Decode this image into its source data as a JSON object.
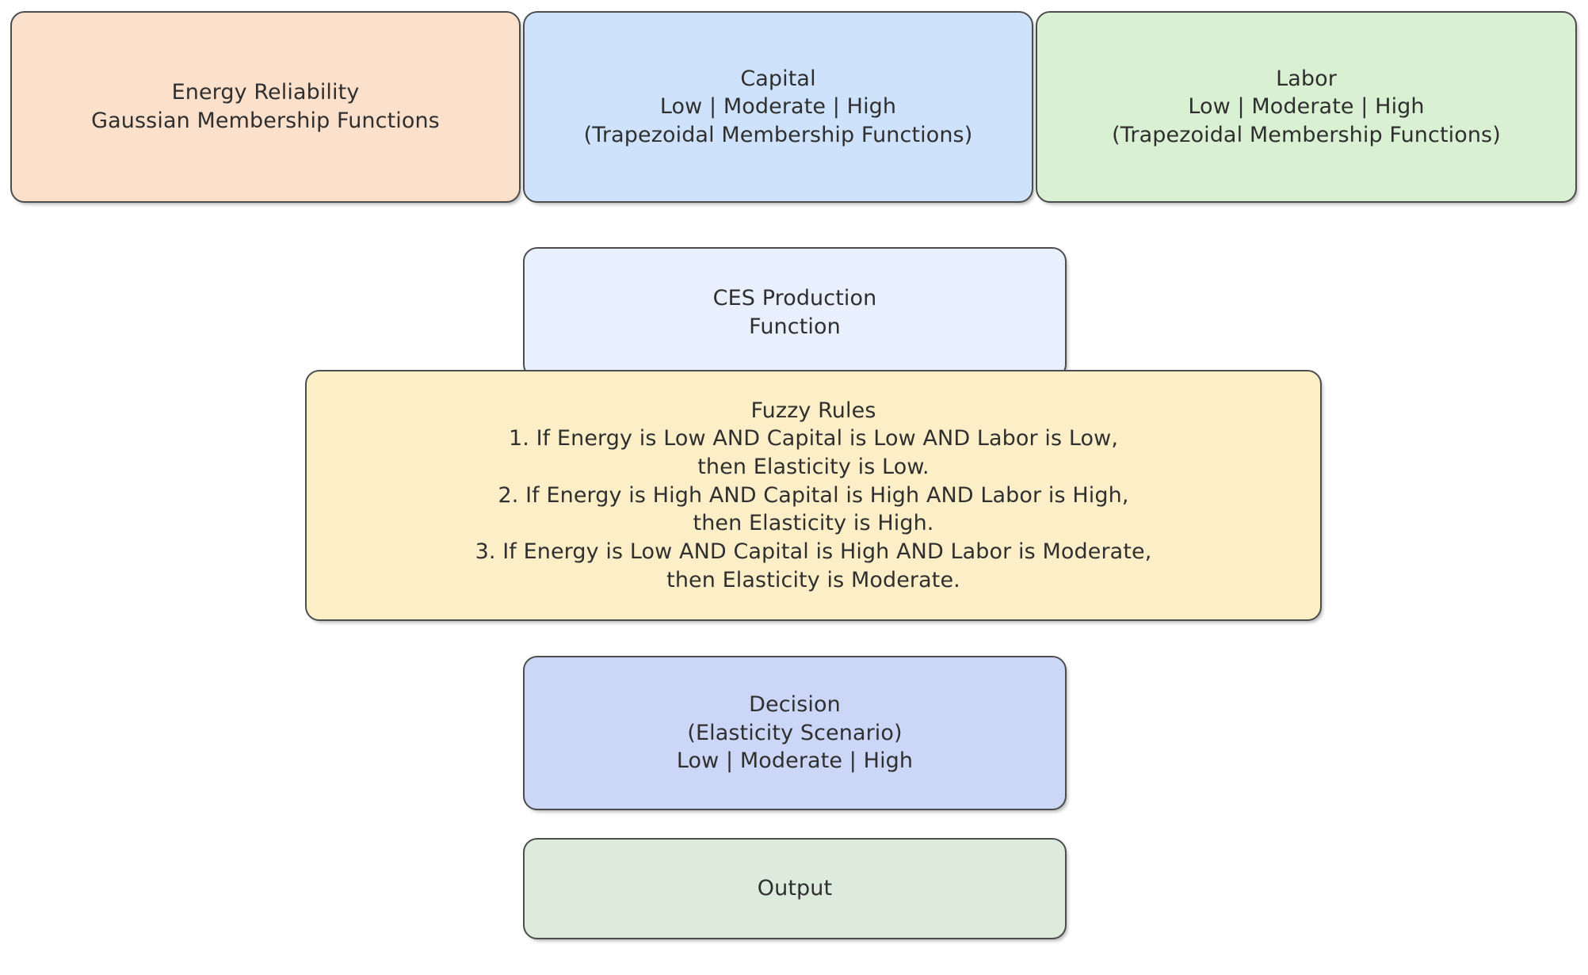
{
  "diagram": {
    "title": "Fuzzy Logic CES Production Function Flow Diagram",
    "background_color": "#ffffff",
    "border_color": "#4d4d4d",
    "text_color": "#2f2f2f"
  },
  "nodes": {
    "energy": {
      "id": "energy-reliability",
      "label": "Energy Reliability\nGaussian Membership Functions",
      "fill_color": "#fbe0cc",
      "row": "inputs"
    },
    "capital": {
      "id": "capital",
      "label": "Capital\nLow | Moderate | High\n(Trapezoidal Membership Functions)",
      "fill_color": "#cfe2fb",
      "row": "inputs"
    },
    "labor": {
      "id": "labor",
      "label": "Labor\nLow | Moderate | High\n(Trapezoidal Membership Functions)",
      "fill_color": "#d9f0d3",
      "row": "inputs"
    },
    "ces": {
      "id": "ces-production-function",
      "label": "CES Production\nFunction",
      "fill_color": "#e7f0fc",
      "row": "process"
    },
    "rules": {
      "id": "fuzzy-rules",
      "label": "Fuzzy Rules\n1. If Energy is Low AND Capital is Low AND Labor is Low,\nthen Elasticity is Low.\n2. If Energy is High AND Capital is High AND Labor is High,\nthen Elasticity is High.\n3. If Energy is Low AND Capital is High AND Labor is Moderate,\nthen Elasticity is Moderate.",
      "heading": "Fuzzy Rules",
      "fill_color": "#fcefc8",
      "row": "inference",
      "rules_list": [
        "1. If Energy is Low AND Capital is Low AND Labor is Low, then Elasticity is Low.",
        "2. If Energy is High AND Capital is High AND Labor is High, then Elasticity is High.",
        "3. If Energy is Low AND Capital is High AND Labor is Moderate, then Elasticity is Moderate."
      ]
    },
    "decision": {
      "id": "decision",
      "label": "Decision\n(Elasticity Scenario)\nLow | Moderate | High",
      "fill_color": "#ccd6f7",
      "row": "decision"
    },
    "output": {
      "id": "output",
      "label": "Output",
      "fill_color": "#dcebdc",
      "row": "output"
    }
  },
  "membership_levels": [
    "Low",
    "Moderate",
    "High"
  ]
}
